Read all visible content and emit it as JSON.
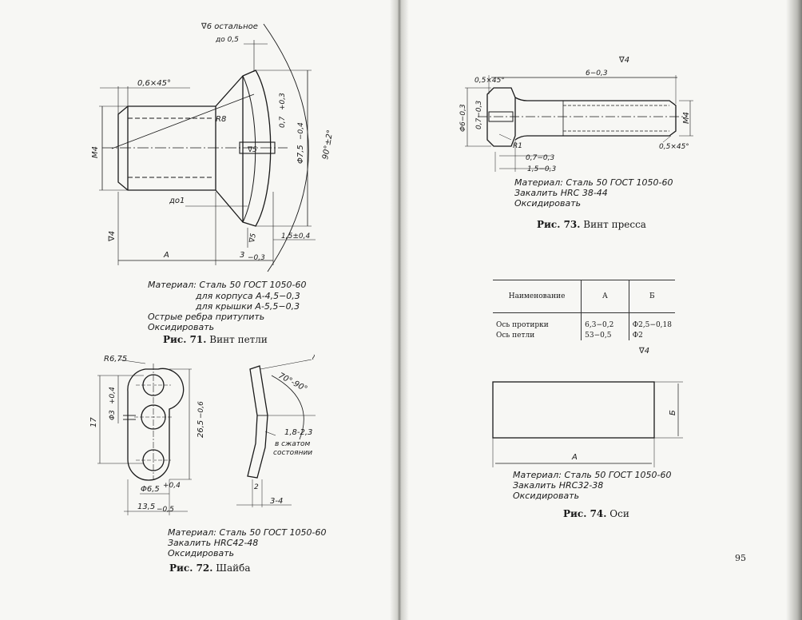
{
  "page_number": "95",
  "fig71": {
    "surface_label": "∇6 остальное",
    "dim_chamfer": "0,6×45°",
    "dim_do05": "до 0,5",
    "dim_R8": "R8",
    "dim_M4": "M4",
    "dim_07": "0,7",
    "dim_07_tol": "+0,3",
    "dim_phi75": "Φ7,5",
    "dim_phi75_tol": "−0,4",
    "dim_90": "90°±2°",
    "dim_nabla5": "∇5",
    "dim_do1": "до1",
    "dim_nabla4": "∇4",
    "dim_nabla5b": "∇5",
    "dim_15": "1,5±0,4",
    "dim_A": "A",
    "dim_3": "3",
    "dim_3_tol": "−0,3",
    "notes": [
      "Материал: Сталь 50 ГОСТ 1050-60",
      "для корпуса А-4,5−0,3",
      "для крышки А-5,5−0,3",
      "Острые ребра притупить",
      "Оксидировать"
    ],
    "caption_num": "Рис. 71.",
    "caption_title": "Винт петли"
  },
  "fig72": {
    "dim_R675": "R6,75",
    "dim_phi3": "Φ3",
    "dim_phi3_tol": "+0,4",
    "dim_17": "17",
    "dim_265": "26,5",
    "dim_265_tol": "−0,6",
    "dim_phi65": "Φ6,5",
    "dim_phi65_tol": "+0,4",
    "dim_135": "13,5",
    "dim_135_tol": "−0,5",
    "dim_angle": "70°-90°",
    "dim_18": "1,8-2,3",
    "dim_squeezed_1": "в сжатом",
    "dim_squeezed_2": "состоянии",
    "dim_2": "2",
    "dim_34": "3-4",
    "mark": "~",
    "notes": [
      "Материал: Сталь 50 ГОСТ 1050-60",
      "Закалить HRC42-48",
      "Оксидировать"
    ],
    "caption_num": "Рис. 72.",
    "caption_title": "Шайба"
  },
  "fig73": {
    "surface_label": "∇4",
    "dim_chamfer": "0,5×45°",
    "dim_length": "6−0,3",
    "dim_phi6": "Φ6−0,3",
    "dim_07": "0,7−0,3",
    "dim_M4": "M4",
    "dim_chamfer2": "0,5×45°",
    "dim_R1": "R1",
    "dim_07b": "0,7−0,3",
    "dim_15": "1,5−0,3",
    "notes": [
      "Материал: Сталь 50 ГОСТ 1050-60",
      "Закалить HRC 38-44",
      "Оксидировать"
    ],
    "caption_num": "Рис. 73.",
    "caption_title": "Винт пресса"
  },
  "table": {
    "headers": [
      "Наименование",
      "А",
      "Б"
    ],
    "rows": [
      [
        "Ось протирки",
        "6,3−0,2",
        "Φ2,5−0,18"
      ],
      [
        "Ось петли",
        "53−0,5",
        "Φ2"
      ]
    ]
  },
  "fig74": {
    "surface_label": "∇4",
    "dim_A": "A",
    "dim_B": "Б",
    "notes": [
      "Материал: Сталь 50 ГОСТ 1050-60",
      "Закалить HRC32-38",
      "Оксидировать"
    ],
    "caption_num": "Рис. 74.",
    "caption_title": "Оси"
  }
}
